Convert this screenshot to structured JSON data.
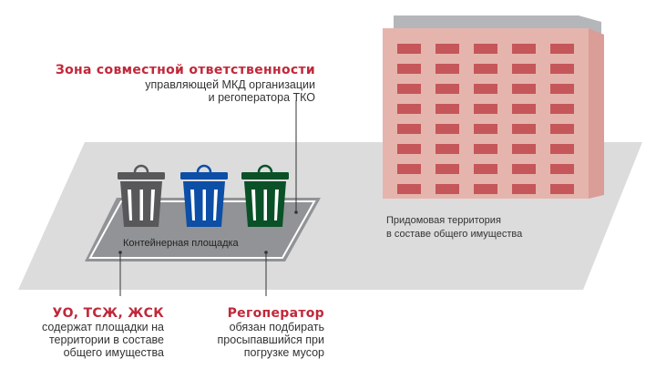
{
  "zone": {
    "title": "Зона совместной ответственности",
    "line1": "управляющей МКД организации",
    "line2": "и регоператора ТКО"
  },
  "platform": {
    "label": "Контейнерная площадка"
  },
  "territory": {
    "line1": "Придомовая территория",
    "line2": "в составе общего имущества"
  },
  "uo": {
    "title": "УО, ТСЖ, ЖСК",
    "line1": "содержат площадки на",
    "line2": "территории в составе",
    "line3": "общего имущества"
  },
  "regoperator": {
    "title": "Регоператор",
    "line1": "обязан подбирать",
    "line2": "просыпавшийся при",
    "line3": "погрузке мусор"
  },
  "colors": {
    "accent": "#c0283a",
    "bin_gray": "#58585a",
    "bin_blue": "#0d4ea6",
    "bin_green": "#0a5127",
    "building": "#e5b5ad",
    "window": "#c5565a"
  }
}
